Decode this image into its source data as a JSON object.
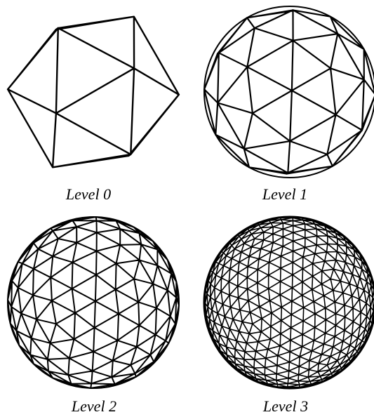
{
  "figure": {
    "panels": [
      {
        "caption": "Level 0",
        "subdivision_level": 0
      },
      {
        "caption": "Level 1",
        "subdivision_level": 1
      },
      {
        "caption": "Level 2",
        "subdivision_level": 2
      },
      {
        "caption": "Level 3",
        "subdivision_level": 3
      }
    ],
    "stroke_color": "#000000",
    "background_color": "#ffffff"
  }
}
